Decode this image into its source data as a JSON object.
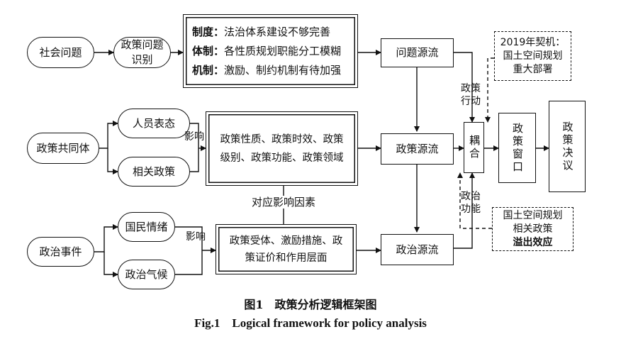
{
  "nodes": {
    "social_problem": "社会问题",
    "policy_identify": "政策问题\n识别",
    "problems": [
      {
        "key": "制度：",
        "text": "法治体系建设不够完善"
      },
      {
        "key": "体制：",
        "text": "各性质规划职能分工模糊"
      },
      {
        "key": "机制：",
        "text": "激励、制约机制有待加强"
      }
    ],
    "problem_stream": "问题源流",
    "opportunity": "2019年契机：\n国土空间规划\n重大部署",
    "policy_action": "政策\n行动",
    "policy_community": "政策共同体",
    "staff_statement": "人员表态",
    "related_policy": "相关政策",
    "influence_1": "影响",
    "policy_attrs": "政策性质、政策时效、政策\n级别、政策功能、政策领域",
    "policy_stream": "政策源流",
    "coupling": "耦合",
    "policy_window": "政策窗口",
    "policy_decision": "政策决议",
    "corresponding_factors": "对应影响因素",
    "political_function": "政治\n功能",
    "spillover_line1": "国土空间规划\n相关政策",
    "spillover_line2": "溢出效应",
    "political_event": "政治事件",
    "national_mood": "国民情绪",
    "political_climate": "政治气候",
    "influence_2": "影响",
    "policy_targets": "政策受体、激励措施、政\n策证价和作用层面",
    "political_stream": "政治源流"
  },
  "caption": {
    "cn": "图1　政策分析逻辑框架图",
    "en": "Fig.1    Logical framework for policy analysis"
  }
}
